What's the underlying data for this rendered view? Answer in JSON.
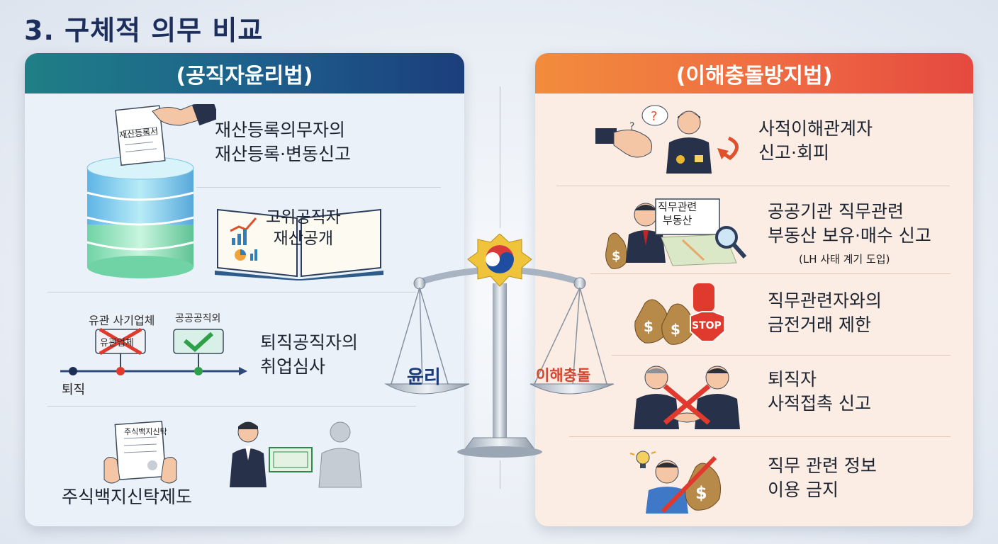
{
  "title": "3. 구체적 의무 비교",
  "left": {
    "header": "(공직자윤리법)",
    "items": [
      {
        "text": "재산등록의무자의\n재산등록·변동신고",
        "illus_label": "재산등록서"
      },
      {
        "text": "고위공직자\n재산공개"
      },
      {
        "text": "퇴직공직자의\n취업심사",
        "label_a": "유관 사기업체",
        "label_b": "공공공직외",
        "label_c": "유관업체",
        "timeline_label": "퇴직"
      },
      {
        "text": "주식백지신탁제도",
        "doc_label": "주식백지신탁"
      }
    ]
  },
  "right": {
    "header": "(이해충돌방지법)",
    "items": [
      {
        "text": "사적이해관계자\n신고·회피"
      },
      {
        "text": "공공기관 직무관련\n부동산 보유·매수 신고",
        "note": "(LH 사태 계기 도입)",
        "sign": "직무관련\n부동산"
      },
      {
        "text": "직무관련자와의\n금전거래 제한",
        "stop": "STOP"
      },
      {
        "text": "퇴직자\n사적접촉 신고"
      },
      {
        "text": "직무 관련 정보\n이용 금지"
      }
    ]
  },
  "scale": {
    "left_pan": "윤리",
    "right_pan": "이해충돌"
  },
  "colors": {
    "left_accent": "#1d5e8c",
    "right_accent": "#ef6b43",
    "title": "#1c2f5c"
  }
}
